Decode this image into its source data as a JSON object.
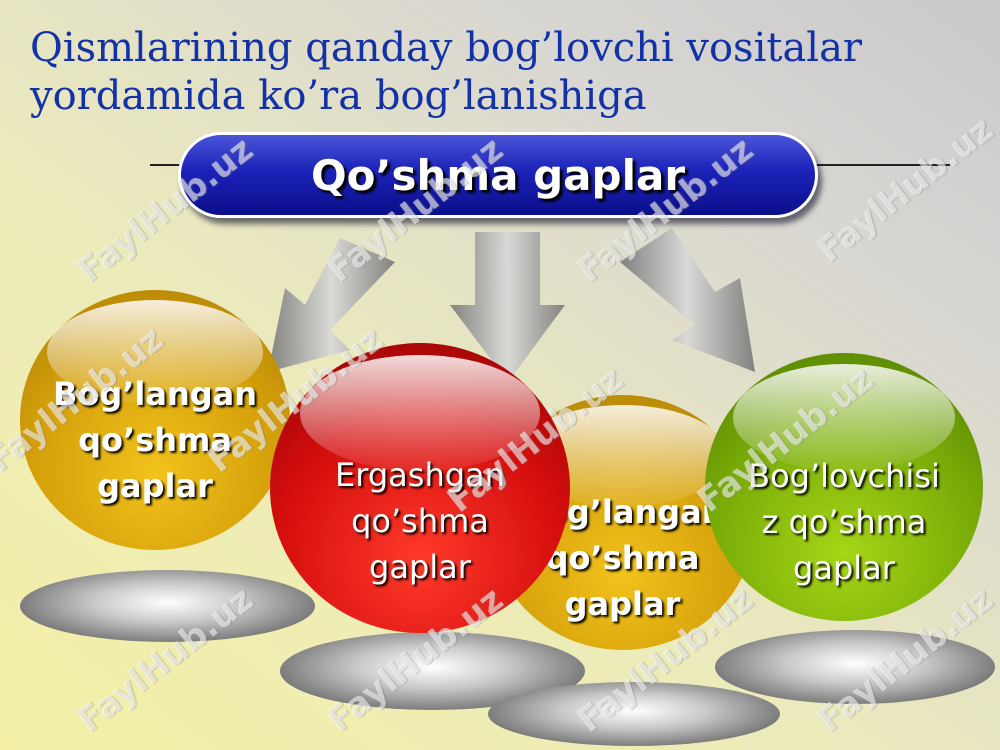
{
  "title": "Qismlarining qanday bog’lovchi vositalar yordamida ko’ra bog’lanishiga",
  "banner": "Qo’shma gaplar",
  "spheres": {
    "left": "Bog’langan\nqo’shma gaplar",
    "middle_back": "Bog’langan\nqo’shma gaplar",
    "red": "Ergashgan\nqo’shma\ngaplar",
    "green": "Bog’lovchisi\nz qo’shma\ngaplar"
  },
  "watermark": "FaylHub.uz",
  "colors": {
    "title": "#1432a8",
    "banner": "#1b22b8",
    "yellow": "#d49f0a",
    "red": "#d40d0d",
    "green": "#79ab08"
  }
}
